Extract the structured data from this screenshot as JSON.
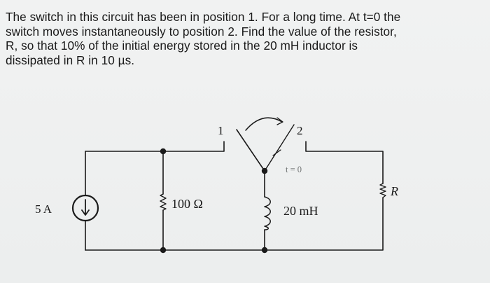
{
  "problem": {
    "lines": [
      "The switch in this circuit has been in position 1. For a long time.  At t=0 the",
      "switch moves instantaneously to position 2.  Find the value of the resistor,",
      "R, so that 10% of the initial energy stored in the 20 mH inductor is",
      "dissipated in R in 10 µs."
    ]
  },
  "circuit": {
    "source_label": "5 A",
    "resistor_100_label": "100 Ω",
    "inductor_label": "20 mH",
    "resistor_r_label": "R",
    "switch_pos_1": "1",
    "switch_pos_2": "2",
    "switch_time_label": "t = 0"
  }
}
